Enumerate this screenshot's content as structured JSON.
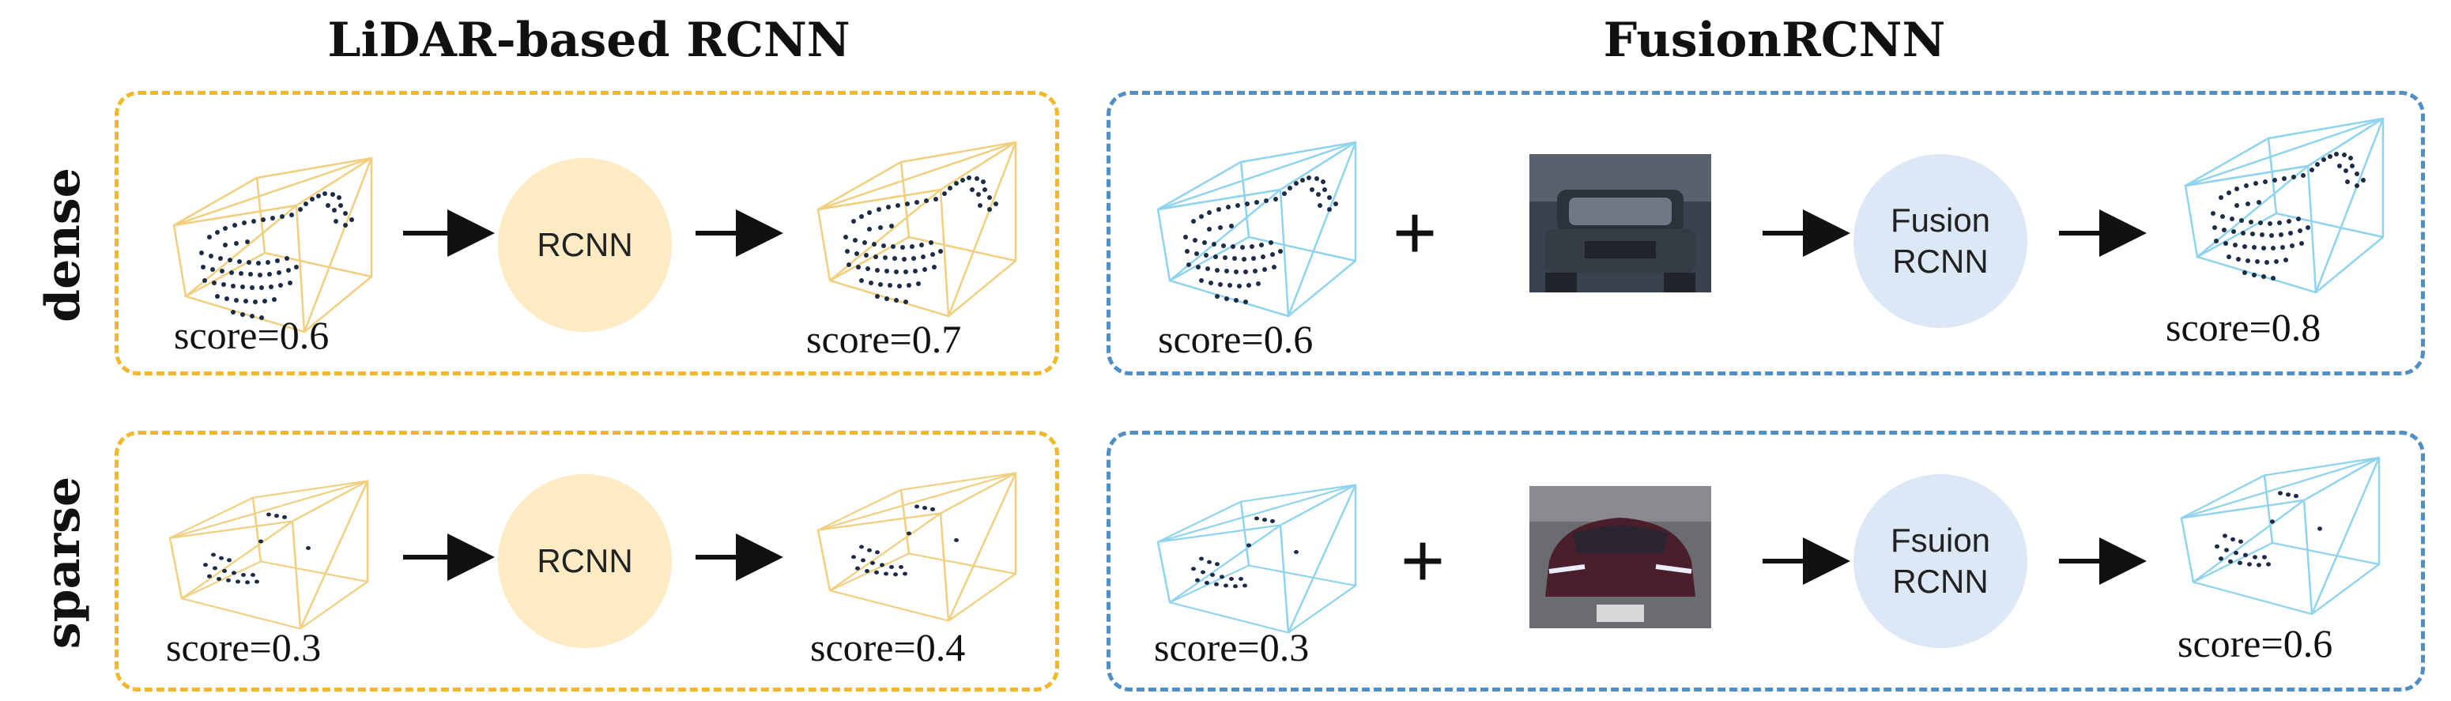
{
  "titles": {
    "left": "LiDAR-based RCNN",
    "right": "FusionRCNN"
  },
  "rows": {
    "dense": "dense",
    "sparse": "sparse"
  },
  "dense": {
    "lidar": {
      "input_score": "score=0.6",
      "module": "RCNN",
      "output_score": "score=0.7"
    },
    "fusion": {
      "input_score": "score=0.6",
      "plus": "+",
      "module_line1": "Fusion",
      "module_line2": "RCNN",
      "output_score": "score=0.8"
    }
  },
  "sparse": {
    "lidar": {
      "input_score": "score=0.3",
      "module": "RCNN",
      "output_score": "score=0.4"
    },
    "fusion": {
      "input_score": "score=0.3",
      "plus": "+",
      "module_line1": "Fsuion",
      "module_line2": "RCNN",
      "output_score": "score=0.6"
    }
  },
  "colors": {
    "lidar_border": "#f3b829",
    "fusion_border": "#4f8fc6",
    "lidar_box": "#f1cf7f",
    "fusion_box": "#8fd3ee",
    "lidar_circle": "#fcebc3",
    "fusion_circle": "#dce8f6",
    "points": "#1c2c46"
  },
  "icons": {
    "arrow": "right-arrow-icon",
    "point_cloud": "point-cloud-box-icon",
    "camera_image": "car-photo-icon"
  }
}
